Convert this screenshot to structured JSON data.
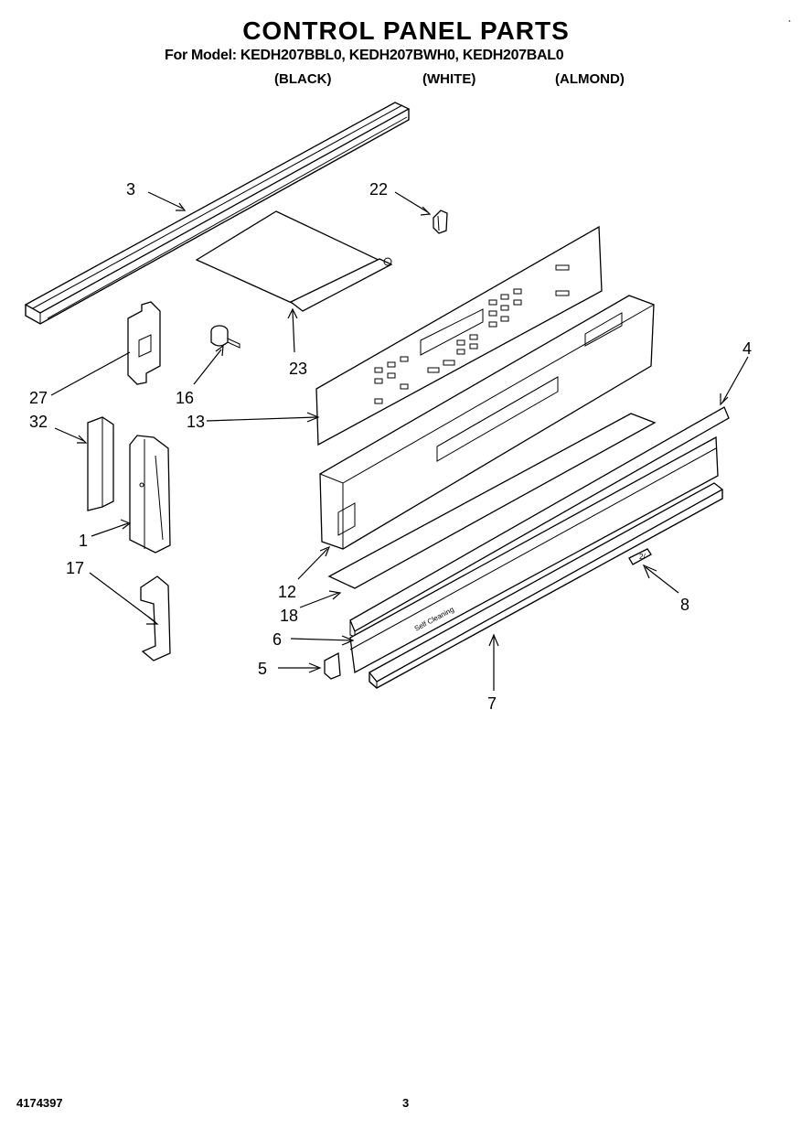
{
  "header": {
    "title": "CONTROL PANEL PARTS",
    "model_line": "For Model:  KEDH207BBL0, KEDH207BWH0, KEDH207BAL0",
    "variants": {
      "black": "(BLACK)",
      "white": "(WHITE)",
      "almond": "(ALMOND)"
    }
  },
  "corner_mark": "¸",
  "panel_text": {
    "self_cleaning": "Self  Cleaning"
  },
  "part8_text": "2/",
  "callouts": {
    "c3": "3",
    "c22": "22",
    "c23": "23",
    "c16": "16",
    "c27": "27",
    "c13": "13",
    "c32": "32",
    "c1": "1",
    "c17": "17",
    "c4": "4",
    "c12": "12",
    "c18": "18",
    "c6": "6",
    "c5": "5",
    "c7": "7",
    "c8": "8"
  },
  "footer": {
    "doc_number": "4174397",
    "page_number": "3"
  }
}
